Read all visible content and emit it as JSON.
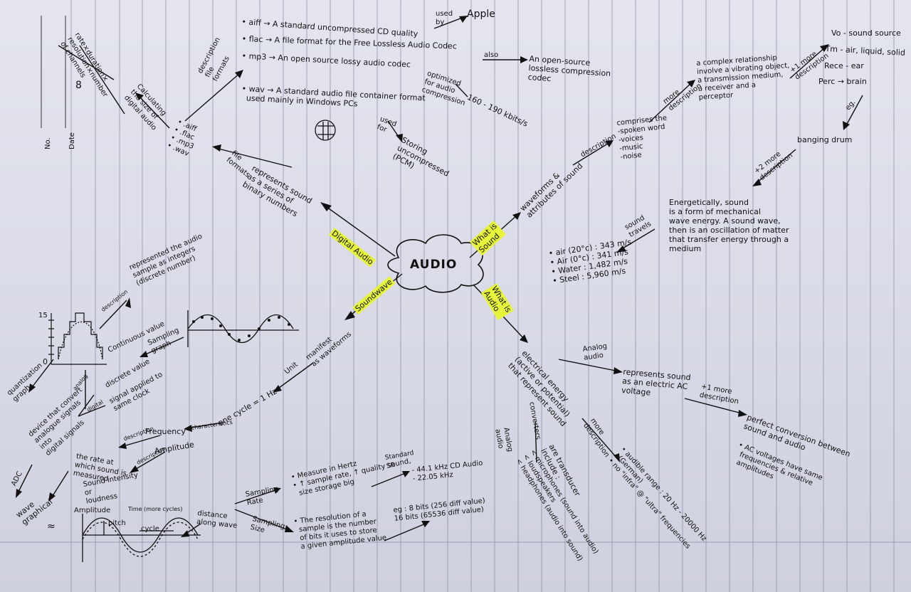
{
  "sheet": {
    "no_label": "No.",
    "date_label": "Date"
  },
  "center": "AUDIO",
  "branches": {
    "digital_audio": "Digital Audio",
    "what_is_sound": "What is\nSound",
    "soundwave": "Soundwave",
    "what_is_audio": "What is\nAudio"
  },
  "formats": {
    "aiff": "• aiff → A standard uncompressed CD quality",
    "flac": "• flac → A file format for the Free Lossless Audio Codec",
    "mp3": "• mp3 → An open source lossy audio codec",
    "wav": "• wav → A standard audio file container format\n  used mainly in Windows PCs",
    "used_by": "used\nby",
    "apple": "Apple",
    "also": "also",
    "flac_desc": "An open-source\nlossless compression\ncodec",
    "optimized": "optimized\nfor audio\ncompression",
    "bitrate": "160 - 190 kbits/s",
    "used_for": "used\nfor",
    "storing": "Storing\nuncompressed\n(PCM)",
    "desc_formats": "description\nfile\nformats",
    "file_formats": "file\nformats",
    "list": "• .aiff\n• .flac\n• .mp3\n• .wav",
    "calculating": "Calculating\nthe size of\ndigital audio",
    "formula": "rate×duration×\nresolution×number\nof channels",
    "eight": "8",
    "binary": "represents sound\nas a series of\nbinary numbers"
  },
  "sound": {
    "waveforms": "waveforms &\nattributes of sound",
    "description": "description",
    "comprises": "comprises the\n-spoken word\n-voices\n-music\n-noise",
    "more_desc": "more\ndescription",
    "complex": "a complex relationship\ninvolve a vibrating object,\na transmission medium,\na receiver and a\nperceptor",
    "more_desc2": "+1 more\ndescription",
    "vo": "Vo - sound source",
    "tm": "Tm - air, liquid, solid",
    "rece": "Rece - ear",
    "perc": "Perc → brain",
    "eg": "eg.",
    "drum": "banging drum",
    "more_desc3": "+2 more\ndescription",
    "energetically": "Energetically, sound\nis a form of mechanical\nwave energy. A sound wave,\nthen is an oscillation of matter\nthat transfer energy through a\nmedium",
    "travels": "sound\ntravels",
    "speeds": "• air (20°c) : 343 m/s\n• Air (0°c) : 341 m/s\n• Water : 1,482 m/s\n• Steel : 5,960 m/s"
  },
  "audio": {
    "electrical": "electrical energy\n(active or potential)\nthat represent sound",
    "analog": "Analog\naudio",
    "ac": "represents sound\nas an electric AC\nvoltage",
    "more_desc": "+1 more\ndescription",
    "perfect": "perfect conversion between\nsound and audio",
    "ac_desc": "• AC voltages have same\n  frequencies & relative\n  amplitudes",
    "more_desc2": "more\ndescription",
    "range": "• audible range : 20 Hz - 20000 Hz\n  (German)\n• no \"infra\" @ \"ultra\" frequencies",
    "analog2": "Analog\naudio",
    "converters": "converters",
    "transducer": "are transducer\ninclude :",
    "transducer_list": "< microphones (sound into audio)\n< loudspeakers\n< headphones (audio into sound)"
  },
  "wave": {
    "manifest": "manifest\nas waveforms",
    "unit": "Unit",
    "cycle": "one cycle = 1 Hz",
    "characteristics": "characteristics",
    "frequency": "Frequency",
    "description": "description",
    "freq_desc": "the rate at\nwhich sound is\nmeasured",
    "amplitude": "Amplitude",
    "description2": "description",
    "amp_desc": "Sound intensity\nor\nloudness",
    "wave_graph": "wave\ngraphical",
    "amp_label": "Amplitude",
    "pitch": "pitch",
    "time": "Time (more cycles)",
    "cycle_label": "cycle",
    "distance": "distance\nalong wave",
    "sampling_rate": "Sampling\nRate",
    "sampling_size": "Sampling\nSize",
    "rate_desc": "• Measure in Hertz\n• ↑ sample rate, ↑ quality sound,\n  size storage big",
    "standard": "Standard\nSR",
    "standard_vals": "- 44.1 kHz CD Audio\n- 22.05 kHz",
    "size_desc": "• The resolution of a\n  sample is the number\n  of bits it uses to store\n  a given amplitude value",
    "eg_bits": "eg : 8 bits (256 diff value)\n16 bits (65536 diff value)",
    "adc": "ADC",
    "adc_desc": "device that convert\nanalogue signals\ninto\ndigital signals",
    "continuous": "Continuous value",
    "analog_label": "analog",
    "discrete": "discrete value",
    "digital_label": "digital",
    "signal": "signal applied to\nsame clock",
    "quantization": "quantization\ngraph",
    "fifteen": "15",
    "zero": "0",
    "represented": "represented the audio\nsample as integers\n(discrete number)",
    "description3": "description",
    "sampling_graph": "Sampling\ngraph",
    "approx": "≈"
  }
}
